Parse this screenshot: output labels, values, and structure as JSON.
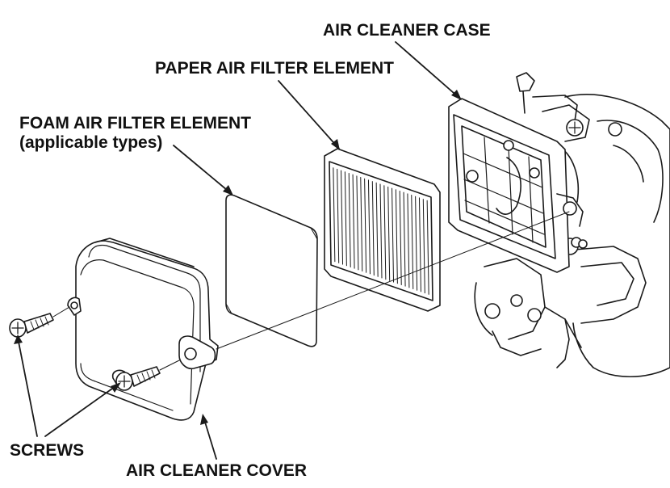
{
  "labels": {
    "air_cleaner_case": "AIR CLEANER CASE",
    "paper_air_filter_element": "PAPER AIR FILTER ELEMENT",
    "foam_air_filter_element": "FOAM AIR FILTER ELEMENT",
    "foam_applicable_types": "(applicable types)",
    "screws": "SCREWS",
    "air_cleaner_cover": "AIR CLEANER COVER"
  },
  "colors": {
    "line": "#1a1a1a",
    "fill": "#ffffff",
    "shade": "#e9e9e9"
  }
}
